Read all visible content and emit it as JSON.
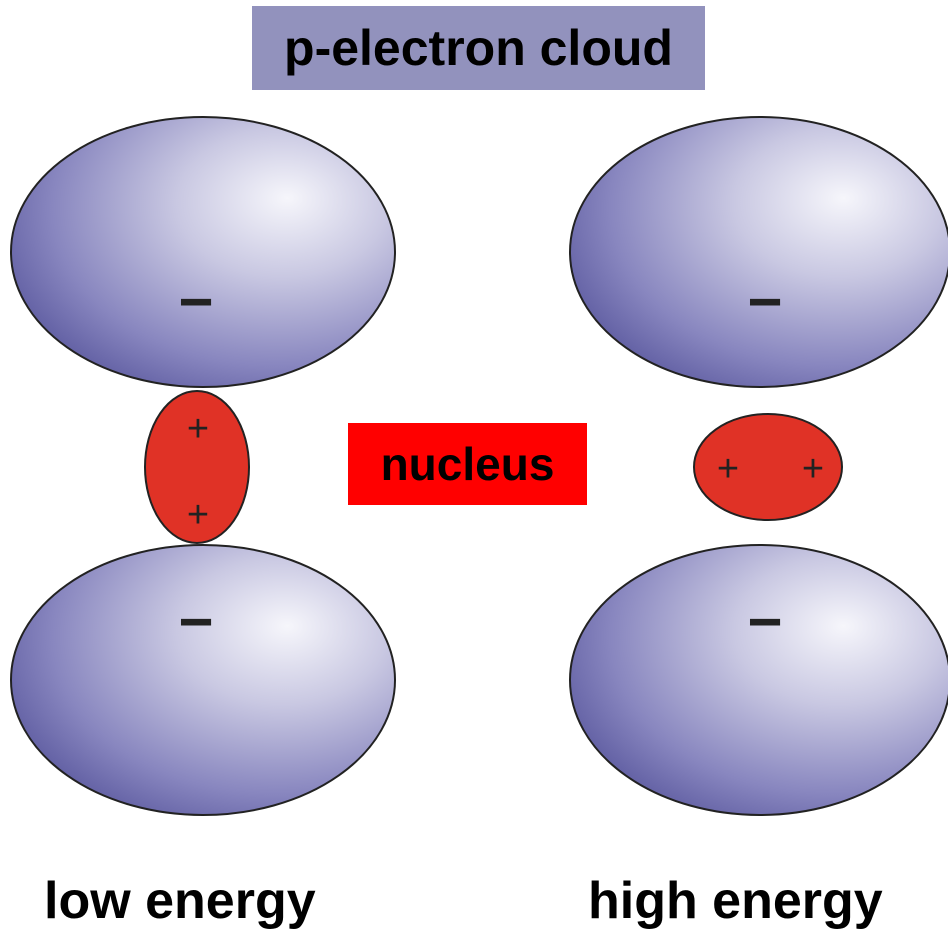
{
  "title": "p-electron cloud",
  "center_label": "nucleus",
  "panels": [
    {
      "caption": "low energy",
      "cloud_charges": [
        "−",
        "−"
      ],
      "nucleus_charges": [
        "+",
        "+"
      ],
      "nucleus_orientation": "vertical"
    },
    {
      "caption": "high energy",
      "cloud_charges": [
        "−",
        "−"
      ],
      "nucleus_charges": [
        "+",
        "+"
      ],
      "nucleus_orientation": "horizontal"
    }
  ],
  "colors": {
    "title_background": "#9292bd",
    "cloud_light": "#f4f4fa",
    "cloud_dark": "#5c5aa0",
    "nucleus_fill": "#e03226",
    "label_background": "#ff0000"
  }
}
